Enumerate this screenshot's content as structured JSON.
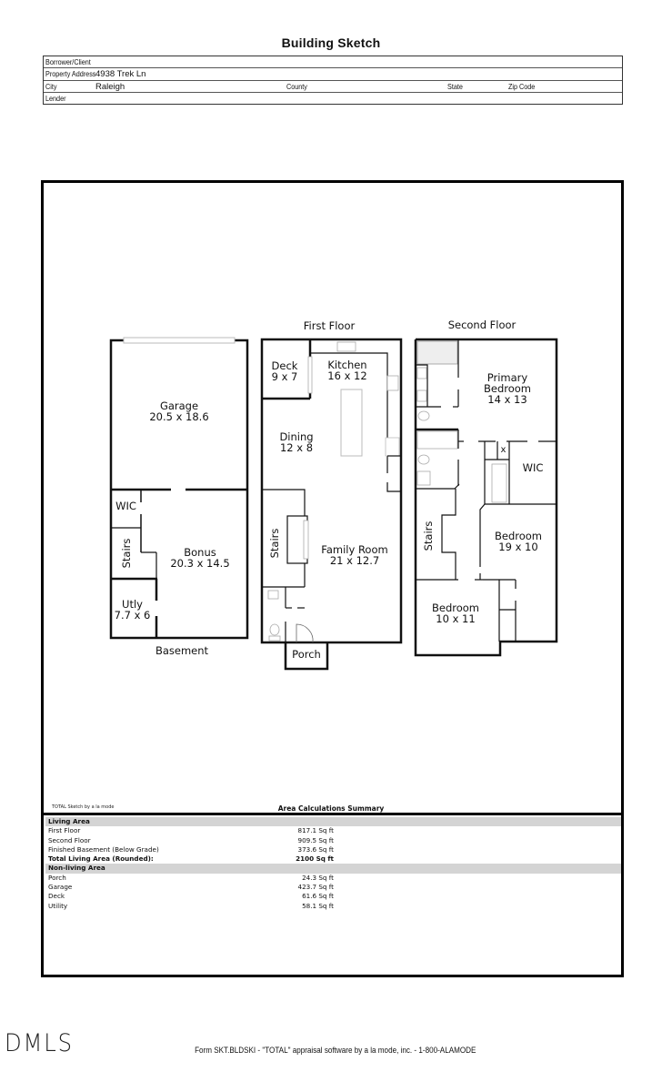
{
  "document": {
    "title": "Building Sketch"
  },
  "header": {
    "borrower_label": "Borrower/Client",
    "borrower_value": "",
    "address_label": "Property Address",
    "address_value": "4938 Trek Ln",
    "city_label": "City",
    "city_value": "Raleigh",
    "county_label": "County",
    "county_value": "",
    "state_label": "State",
    "state_value": "",
    "zip_label": "Zip Code",
    "zip_value": "",
    "lender_label": "Lender",
    "lender_value": ""
  },
  "sketch": {
    "basement": {
      "label": "Basement",
      "rooms": [
        {
          "name": "Garage",
          "dims": "20.5 x 18.6"
        },
        {
          "name": "WIC",
          "dims": ""
        },
        {
          "name": "Stairs",
          "dims": ""
        },
        {
          "name": "Bonus",
          "dims": "20.3 x 14.5"
        },
        {
          "name": "Utly",
          "dims": "7.7 x 6"
        }
      ]
    },
    "first_floor": {
      "label": "First Floor",
      "rooms": [
        {
          "name": "Deck",
          "dims": "9 x 7"
        },
        {
          "name": "Kitchen",
          "dims": "16 x 12"
        },
        {
          "name": "Dining",
          "dims": "12 x 8"
        },
        {
          "name": "Stairs",
          "dims": ""
        },
        {
          "name": "Family Room",
          "dims": "21 x 12.7"
        },
        {
          "name": "Porch",
          "dims": ""
        }
      ]
    },
    "second_floor": {
      "label": "Second Floor",
      "rooms": [
        {
          "name": "Primary",
          "name2": "Bedroom",
          "dims": "14 x 13"
        },
        {
          "name": "WIC",
          "dims": ""
        },
        {
          "name": "x",
          "dims": ""
        },
        {
          "name": "Stairs",
          "dims": ""
        },
        {
          "name": "Bedroom",
          "dims": "19 x 10"
        },
        {
          "name": "Bedroom",
          "dims": "10 x 11"
        }
      ]
    },
    "software_note": "TOTAL Sketch by a la mode"
  },
  "area_summary": {
    "title": "Area Calculations Summary",
    "living_header": "Living Area",
    "living": [
      {
        "label": "First Floor",
        "value": "817.1 Sq ft"
      },
      {
        "label": "Second Floor",
        "value": "909.5 Sq ft"
      },
      {
        "label": "Finished Basement (Below Grade)",
        "value": "373.6 Sq ft"
      }
    ],
    "total_label": "Total Living Area (Rounded):",
    "total_value": "2100 Sq ft",
    "nonliving_header": "Non-living Area",
    "nonliving": [
      {
        "label": "Porch",
        "value": "24.3 Sq ft"
      },
      {
        "label": "Garage",
        "value": "423.7 Sq ft"
      },
      {
        "label": "Deck",
        "value": "61.6 Sq ft"
      },
      {
        "label": "Utility",
        "value": "58.1 Sq ft"
      }
    ]
  },
  "footer": {
    "form_text": "Form SKT.BLDSKI - \"TOTAL\" appraisal software by a la mode, inc. - 1-800-ALAMODE",
    "logo_text": "DMLS"
  }
}
